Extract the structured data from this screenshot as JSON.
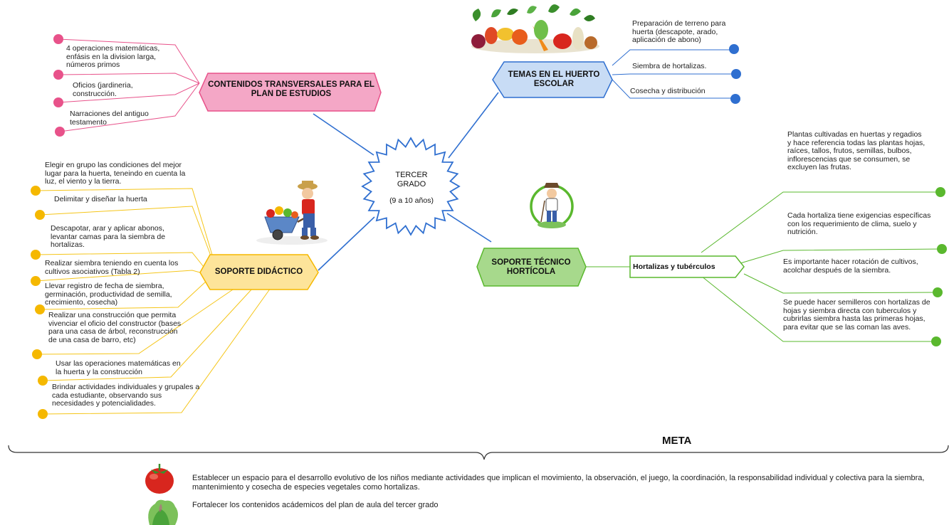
{
  "center": {
    "line1": "TERCER",
    "line2": "GRADO",
    "line3": "(9 a 10 años)"
  },
  "transversales": {
    "title": "CONTENIDOS TRANSVERSALES PARA EL PLAN DE ESTUDIOS",
    "color": "#e8528a",
    "items": [
      "4 operaciones matemáticas, enfásis en la division larga, números primos",
      "Oficios (jardineria, construcción.",
      "Narraciones del antiguo testamento"
    ]
  },
  "huerto": {
    "title": "TEMAS EN EL HUERTO ESCOLAR",
    "color": "#2f6fd0",
    "items": [
      "Preparación de terreno para huerta (descapote, arado, aplicación de abono)",
      "Siembra de hortalizas.",
      "Cosecha y distribución"
    ]
  },
  "didactico": {
    "title": "SOPORTE DIDÁCTICO",
    "color": "#f5b800",
    "items": [
      "Elegir en grupo las condiciones del mejor lugar para la huerta, teneindo en cuenta la luz, el viento y la tierra.",
      "Delimitar y diseñar la huerta",
      "Descapotar, arar y aplicar abonos, levantar camas para la siembra de hortalizas.",
      "Realizar siembra teniendo en cuenta los cultivos asociativos (Tabla 2)",
      "Llevar registro de fecha de siembra, germinación, productividad de semilla, crecimiento, cosecha)",
      "Realizar una construcción que permita vivenciar el oficio del constructor (bases para una casa de árbol, reconstrucción de una casa de barro, etc)",
      "Usar las operaciones matemáticas en la huerta y la construcción",
      "Brindar actividades individuales y grupales a cada estudiante, observando sus necesidades y potencialidades."
    ]
  },
  "tecnico": {
    "title": "SOPORTE TÉCNICO HORTÍCOLA",
    "sub": "Hortalizas y tubérculos",
    "color": "#5ab82e",
    "items": [
      "Plantas cultivadas en huertas y regadios y hace referencia  todas las plantas  hojas, raíces, tallos, frutos, semillas, bulbos, inflorescencias que se consumen, se excluyen las frutas.",
      "Cada hortaliza tiene exigencias específicas con los requerimiento de clima, suelo y nutrición.",
      "Es importante hacer rotación de cultivos, acolchar después de la siembra.",
      "Se puede hacer semilleros con hortalizas de hojas y siembra directa con tuberculos y cubrirlas siembra hasta las primeras hojas, para evitar que se las coman las aves."
    ]
  },
  "meta": {
    "title": "META",
    "goals": [
      "Establecer un espacio para el desarrollo evolutivo  de los niños mediante actividades que implican el movimiento, la observación, el juego, la coordinación, la responsabilidad individual y colectiva para la siembra, mantenimiento y cosecha de especies vegetales como hortalizas.",
      "Fortalecer los contenidos acádemicos del plan de aula del tercer grado"
    ],
    "icons": [
      "tomato-icon",
      "lettuce-icon"
    ]
  },
  "illustrations": [
    "vegetables-illustration",
    "farmer-wheelbarrow-illustration",
    "farmer-badge-illustration"
  ]
}
